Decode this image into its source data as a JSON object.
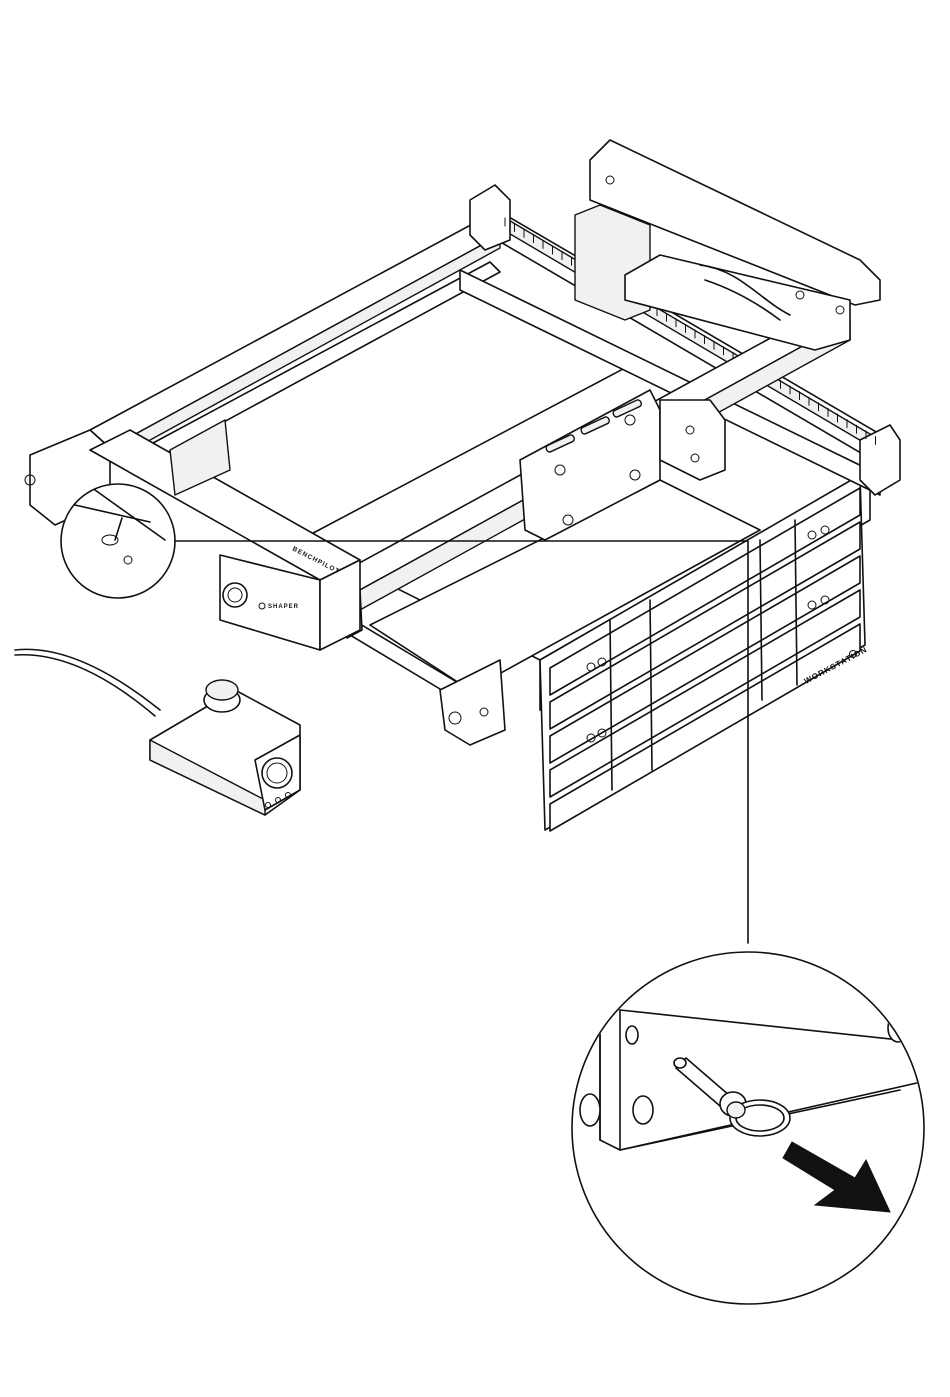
{
  "labels": {
    "brand_gantry": "BENCHPILOT",
    "brand_side": "SHAPER",
    "brand_workstation": "WORKSTATION"
  },
  "icons": [
    "quick-release-pin-icon",
    "pull-direction-arrow-icon"
  ],
  "colors": {
    "line": "#111111",
    "background": "#ffffff",
    "arrow": "#111111"
  }
}
